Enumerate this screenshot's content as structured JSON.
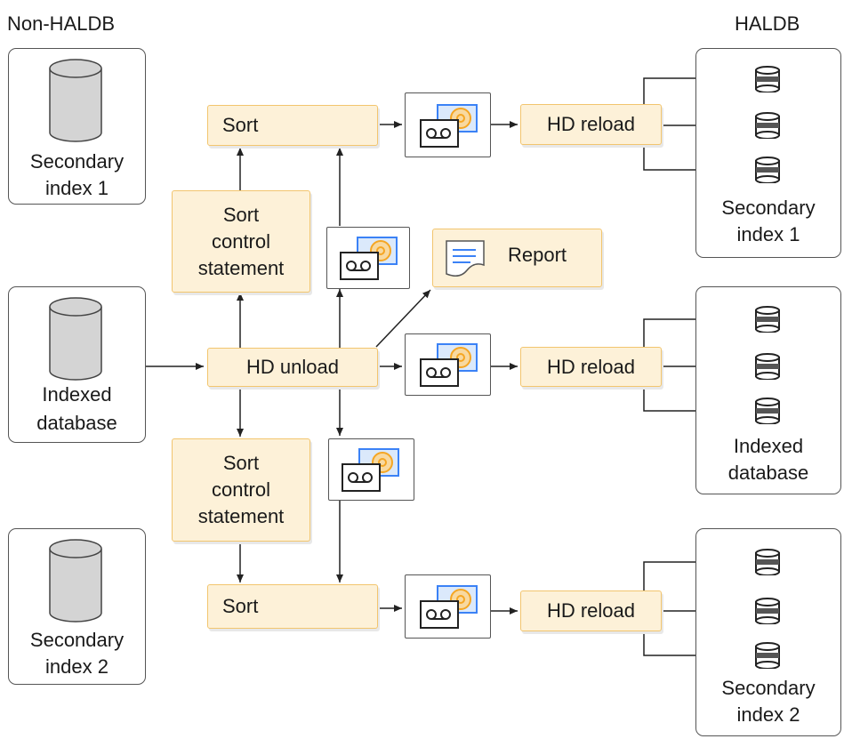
{
  "headers": {
    "left": "Non-HALDB",
    "right": "HALDB"
  },
  "sources": {
    "secondary1": {
      "line1": "Secondary",
      "line2": "index 1"
    },
    "indexed": {
      "line1": "Indexed",
      "line2": "database"
    },
    "secondary2": {
      "line1": "Secondary",
      "line2": "index 2"
    }
  },
  "targets": {
    "secondary1": {
      "line1": "Secondary",
      "line2": "index 1"
    },
    "indexed": {
      "line1": "Indexed",
      "line2": "database"
    },
    "secondary2": {
      "line1": "Secondary",
      "line2": "index 2"
    }
  },
  "processes": {
    "sort_top": "Sort",
    "sort_bottom": "Sort",
    "sort_ctl_top": {
      "line1": "Sort",
      "line2": "control",
      "line3": "statement"
    },
    "sort_ctl_bottom": {
      "line1": "Sort",
      "line2": "control",
      "line3": "statement"
    },
    "hd_unload": "HD unload",
    "hd_reload_top": "HD reload",
    "hd_reload_mid": "HD reload",
    "hd_reload_bottom": "HD reload",
    "report": "Report"
  },
  "colors": {
    "process_fill": "#fdf1d8",
    "process_border": "#f2c56e",
    "line": "#222222",
    "tape_blue": "#3b82f6",
    "tape_orange": "#f5a623"
  },
  "icons": [
    "cylinder-icon",
    "database-stack-icon",
    "tape-dataset-icon",
    "document-icon"
  ]
}
